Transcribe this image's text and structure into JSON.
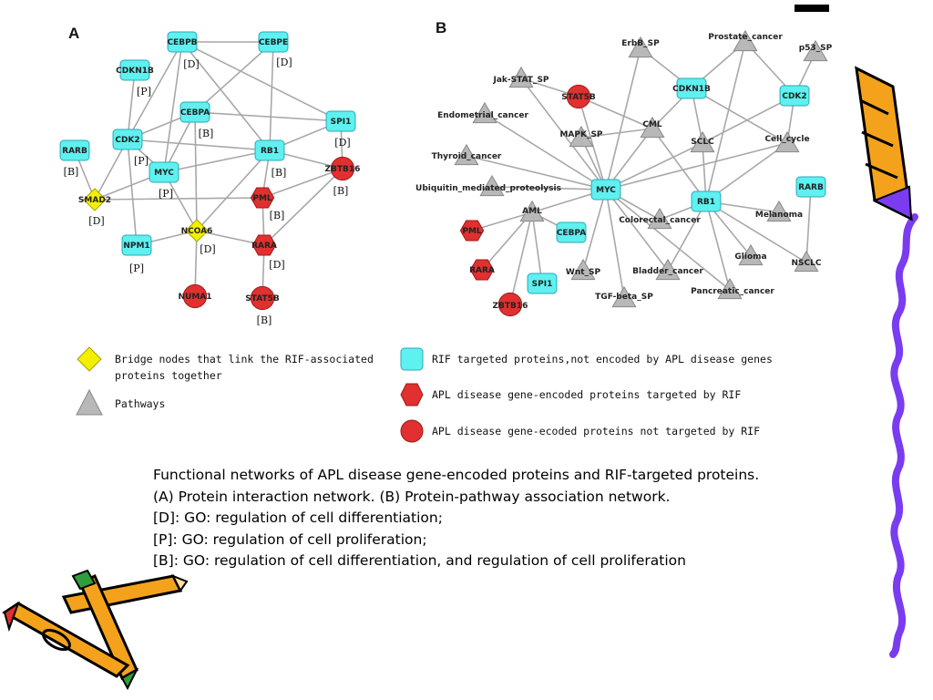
{
  "panel_a": {
    "letter": "A",
    "nodes": [
      {
        "id": "CEBPB",
        "label": "CEBPB",
        "shape": "square",
        "tag": "[D]"
      },
      {
        "id": "CEBPE",
        "label": "CEBPE",
        "shape": "square",
        "tag": "[D]"
      },
      {
        "id": "CDKN1B",
        "label": "CDKN1B",
        "shape": "square",
        "tag": "[P]"
      },
      {
        "id": "CEBPA",
        "label": "CEBPA",
        "shape": "square",
        "tag": "[B]"
      },
      {
        "id": "SPI1",
        "label": "SPI1",
        "shape": "square",
        "tag": "[D]"
      },
      {
        "id": "RARB",
        "label": "RARB",
        "shape": "square",
        "tag": "[B]"
      },
      {
        "id": "CDK2",
        "label": "CDK2",
        "shape": "square",
        "tag": "[P]"
      },
      {
        "id": "MYC",
        "label": "MYC",
        "shape": "square",
        "tag": "[P]"
      },
      {
        "id": "RB1",
        "label": "RB1",
        "shape": "square",
        "tag": "[B]"
      },
      {
        "id": "ZBTB16",
        "label": "ZBTB16",
        "shape": "circle",
        "tag": "[B]"
      },
      {
        "id": "SMAD2",
        "label": "SMAD2",
        "shape": "diamond",
        "tag": "[D]"
      },
      {
        "id": "PML",
        "label": "PML",
        "shape": "hexagon",
        "tag": "[B]"
      },
      {
        "id": "NCOA6",
        "label": "NCOA6",
        "shape": "diamond",
        "tag": "[D]"
      },
      {
        "id": "NPM1",
        "label": "NPM1",
        "shape": "square",
        "tag": "[P]"
      },
      {
        "id": "RARA",
        "label": "RARA",
        "shape": "hexagon",
        "tag": "[D]"
      },
      {
        "id": "NUMA1",
        "label": "NUMA1",
        "shape": "circle",
        "tag": ""
      },
      {
        "id": "STAT5B",
        "label": "STAT5B",
        "shape": "circle",
        "tag": "[B]"
      }
    ],
    "edges": [
      [
        "CEBPB",
        "CEBPE"
      ],
      [
        "CEBPB",
        "CDK2"
      ],
      [
        "CEBPB",
        "MYC"
      ],
      [
        "CEBPB",
        "RB1"
      ],
      [
        "CEBPB",
        "SPI1"
      ],
      [
        "CEBPE",
        "CEBPA"
      ],
      [
        "CEBPE",
        "RB1"
      ],
      [
        "CEBPA",
        "SPI1"
      ],
      [
        "CEBPA",
        "MYC"
      ],
      [
        "CEBPA",
        "CDK2"
      ],
      [
        "CEBPA",
        "NCOA6"
      ],
      [
        "CDKN1B",
        "CDK2"
      ],
      [
        "RARB",
        "SMAD2"
      ],
      [
        "CDK2",
        "SMAD2"
      ],
      [
        "CDK2",
        "NPM1"
      ],
      [
        "CDK2",
        "RB1"
      ],
      [
        "CDK2",
        "MYC"
      ],
      [
        "MYC",
        "RB1"
      ],
      [
        "MYC",
        "SMAD2"
      ],
      [
        "MYC",
        "NCOA6"
      ],
      [
        "SMAD2",
        "PML"
      ],
      [
        "SPI1",
        "RB1"
      ],
      [
        "SPI1",
        "ZBTB16"
      ],
      [
        "RB1",
        "ZBTB16"
      ],
      [
        "RB1",
        "PML"
      ],
      [
        "RB1",
        "NCOA6"
      ],
      [
        "ZBTB16",
        "PML"
      ],
      [
        "ZBTB16",
        "RARA"
      ],
      [
        "NCOA6",
        "NPM1"
      ],
      [
        "NCOA6",
        "RARA"
      ],
      [
        "NCOA6",
        "NUMA1"
      ],
      [
        "PML",
        "RARA"
      ],
      [
        "RARA",
        "STAT5B"
      ]
    ]
  },
  "panel_b": {
    "letter": "B",
    "nodes": [
      {
        "id": "ErbB_SP",
        "label": "ErbB_SP",
        "shape": "triangle"
      },
      {
        "id": "Prostate_cancer",
        "label": "Prostate_cancer",
        "shape": "triangle"
      },
      {
        "id": "p53_SP",
        "label": "p53_SP",
        "shape": "triangle"
      },
      {
        "id": "Jak-STAT_SP",
        "label": "Jak-STAT_SP",
        "shape": "triangle"
      },
      {
        "id": "STAT5B",
        "label": "STAT5B",
        "shape": "circle"
      },
      {
        "id": "CDKN1B",
        "label": "CDKN1B",
        "shape": "square"
      },
      {
        "id": "CDK2",
        "label": "CDK2",
        "shape": "square"
      },
      {
        "id": "Endometrial_cancer",
        "label": "Endometrial_cancer",
        "shape": "triangle"
      },
      {
        "id": "CML",
        "label": "CML",
        "shape": "triangle"
      },
      {
        "id": "MAPK_SP",
        "label": "MAPK_SP",
        "shape": "triangle"
      },
      {
        "id": "SCLC",
        "label": "SCLC",
        "shape": "triangle"
      },
      {
        "id": "Cell_cycle",
        "label": "Cell_cycle",
        "shape": "triangle"
      },
      {
        "id": "Thyroid_cancer",
        "label": "Thyroid_cancer",
        "shape": "triangle"
      },
      {
        "id": "Ubiquitin",
        "label": "Ubiquitin_mediated_proteolysis",
        "shape": "triangle"
      },
      {
        "id": "MYC",
        "label": "MYC",
        "shape": "square"
      },
      {
        "id": "RB1",
        "label": "RB1",
        "shape": "square"
      },
      {
        "id": "RARB",
        "label": "RARB",
        "shape": "square"
      },
      {
        "id": "AML",
        "label": "AML",
        "shape": "triangle"
      },
      {
        "id": "Colorectal_cancer",
        "label": "Colorectal_cancer",
        "shape": "triangle"
      },
      {
        "id": "Melanoma",
        "label": "Melanoma",
        "shape": "triangle"
      },
      {
        "id": "PML",
        "label": "PML",
        "shape": "hexagon"
      },
      {
        "id": "CEBPA",
        "label": "CEBPA",
        "shape": "square"
      },
      {
        "id": "Glioma",
        "label": "Glioma",
        "shape": "triangle"
      },
      {
        "id": "NSCLC",
        "label": "NSCLC",
        "shape": "triangle"
      },
      {
        "id": "RARA",
        "label": "RARA",
        "shape": "hexagon"
      },
      {
        "id": "Wnt_SP",
        "label": "Wnt_SP",
        "shape": "triangle"
      },
      {
        "id": "Bladder_cancer",
        "label": "Bladder_cancer",
        "shape": "triangle"
      },
      {
        "id": "SPI1",
        "label": "SPI1",
        "shape": "square"
      },
      {
        "id": "Pancreatic_cancer",
        "label": "Pancreatic_cancer",
        "shape": "triangle"
      },
      {
        "id": "ZBTB16",
        "label": "ZBTB16",
        "shape": "circle"
      },
      {
        "id": "TGF-beta_SP",
        "label": "TGF-beta_SP",
        "shape": "triangle"
      }
    ],
    "edges": [
      [
        "MYC",
        "ErbB_SP"
      ],
      [
        "MYC",
        "Jak-STAT_SP"
      ],
      [
        "MYC",
        "STAT5B"
      ],
      [
        "MYC",
        "Endometrial_cancer"
      ],
      [
        "MYC",
        "Thyroid_cancer"
      ],
      [
        "MYC",
        "Ubiquitin"
      ],
      [
        "MYC",
        "MAPK_SP"
      ],
      [
        "MYC",
        "CML"
      ],
      [
        "MYC",
        "SCLC"
      ],
      [
        "MYC",
        "Cell_cycle"
      ],
      [
        "MYC",
        "AML"
      ],
      [
        "MYC",
        "Colorectal_cancer"
      ],
      [
        "MYC",
        "Wnt_SP"
      ],
      [
        "MYC",
        "Bladder_cancer"
      ],
      [
        "MYC",
        "TGF-beta_SP"
      ],
      [
        "MYC",
        "Pancreatic_cancer"
      ],
      [
        "Jak-STAT_SP",
        "STAT5B"
      ],
      [
        "STAT5B",
        "CML"
      ],
      [
        "ErbB_SP",
        "CDKN1B"
      ],
      [
        "CDKN1B",
        "Prostate_cancer"
      ],
      [
        "CDKN1B",
        "SCLC"
      ],
      [
        "CDKN1B",
        "Cell_cycle"
      ],
      [
        "CDKN1B",
        "CML"
      ],
      [
        "CDK2",
        "p53_SP"
      ],
      [
        "CDK2",
        "Prostate_cancer"
      ],
      [
        "CDK2",
        "SCLC"
      ],
      [
        "CDK2",
        "Cell_cycle"
      ],
      [
        "RB1",
        "Prostate_cancer"
      ],
      [
        "RB1",
        "CML"
      ],
      [
        "RB1",
        "SCLC"
      ],
      [
        "RB1",
        "Cell_cycle"
      ],
      [
        "RB1",
        "Colorectal_cancer"
      ],
      [
        "RB1",
        "Melanoma"
      ],
      [
        "RB1",
        "Glioma"
      ],
      [
        "RB1",
        "NSCLC"
      ],
      [
        "RB1",
        "Bladder_cancer"
      ],
      [
        "RB1",
        "Pancreatic_cancer"
      ],
      [
        "RARB",
        "NSCLC"
      ],
      [
        "AML",
        "PML"
      ],
      [
        "AML",
        "RARA"
      ],
      [
        "AML",
        "CEBPA"
      ],
      [
        "AML",
        "SPI1"
      ],
      [
        "AML",
        "ZBTB16"
      ],
      [
        "MAPK_SP",
        "CML"
      ]
    ]
  },
  "legend": {
    "bridge": {
      "line1": "Bridge nodes that link the RIF-associated",
      "line2": "proteins together"
    },
    "pathways": "Pathways",
    "rif_targeted": "RIF targeted proteins,not encoded by APL disease genes",
    "apl_targeted": "APL disease gene-encoded proteins targeted by RIF",
    "apl_not_targeted": "APL disease gene-ecoded proteins not targeted by RIF"
  },
  "caption": [
    "Functional networks of APL disease gene-encoded proteins and RIF-targeted proteins.",
    "(A)  Protein interaction network.   (B) Protein-pathway association network.",
    "[D]: GO: regulation of cell differentiation;",
    "[P]: GO: regulation of cell proliferation;",
    "[B]: GO: regulation of cell differentiation, and regulation of cell proliferation"
  ],
  "colors": {
    "protein_square": "#5ff0f0",
    "apl_red": "#e03030",
    "bridge_yellow": "#f2f000",
    "pathway_gray": "#b8b8b8",
    "edge_gray": "#a8a8a8",
    "deco_purple": "#7a3cf0",
    "deco_orange": "#f4a21c"
  }
}
